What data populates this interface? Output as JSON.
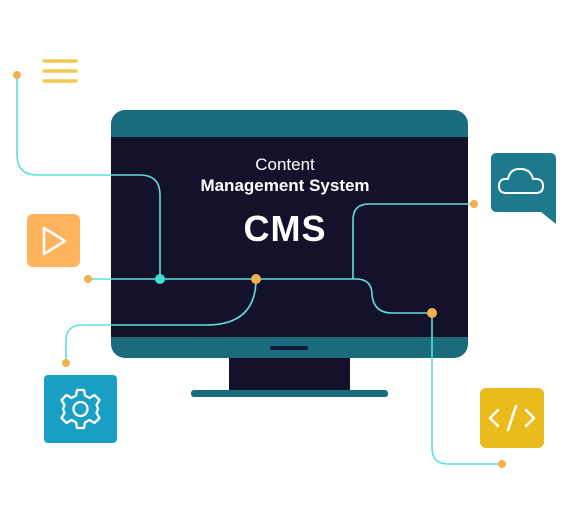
{
  "monitor": {
    "line1": "Content",
    "line2": "Management System",
    "headline": "CMS"
  },
  "icons": [
    {
      "name": "menu-icon",
      "color": "#f2c94c"
    },
    {
      "name": "play-icon",
      "color": "#ffb35c"
    },
    {
      "name": "cloud-icon",
      "color": "#1d7a8d"
    },
    {
      "name": "gear-icon",
      "color": "#1a9fc4"
    },
    {
      "name": "code-icon",
      "color": "#e9bb1c"
    }
  ],
  "colors": {
    "screen": "#14112b",
    "bezel": "#1a6b7c",
    "connector": "#5ee0d9",
    "node_orange": "#f2b14a",
    "node_teal": "#3ee0d0"
  }
}
